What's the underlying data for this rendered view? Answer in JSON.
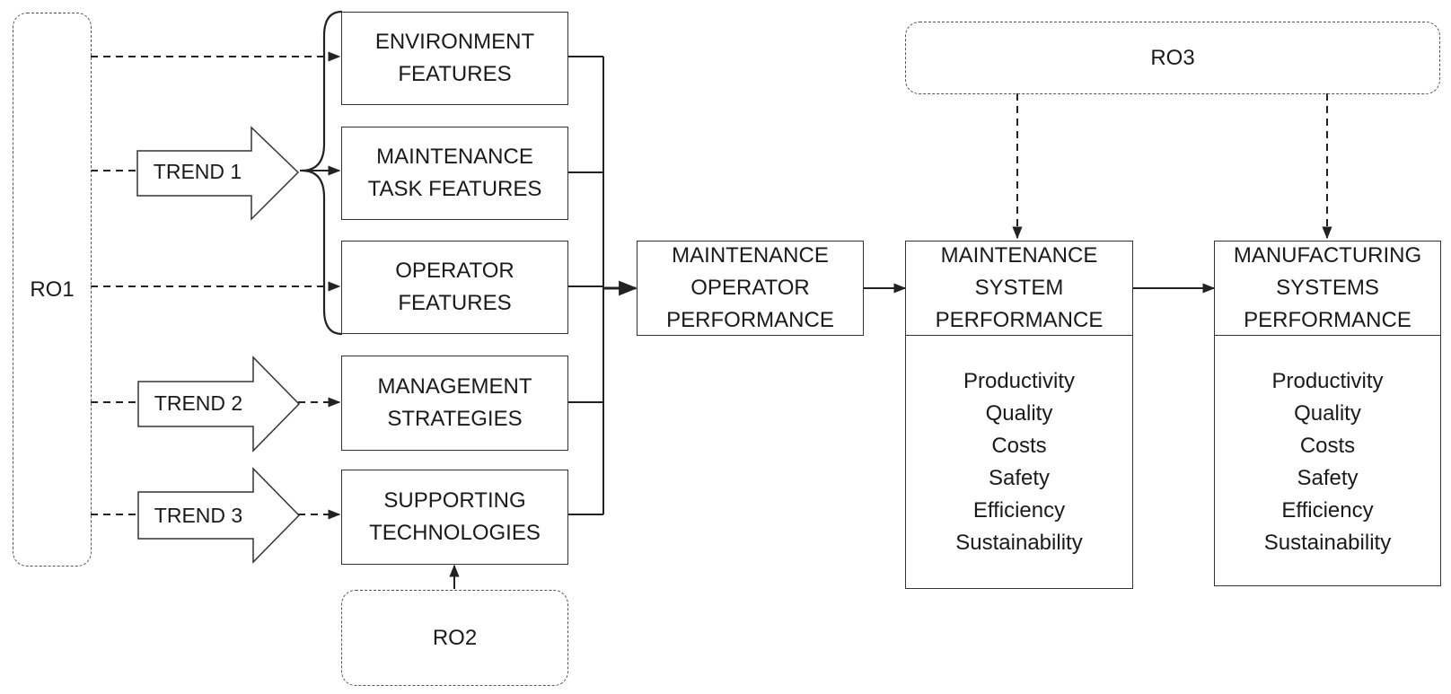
{
  "ro": {
    "ro1": "RO1",
    "ro2": "RO2",
    "ro3": "RO3"
  },
  "trends": [
    "TREND 1",
    "TREND 2",
    "TREND 3"
  ],
  "features": {
    "environment": "ENVIRONMENT\nFEATURES",
    "task": "MAINTENANCE\nTASK FEATURES",
    "operator": "OPERATOR\nFEATURES",
    "management": "MANAGEMENT\nSTRATEGIES",
    "technologies": "SUPPORTING\nTECHNOLOGIES"
  },
  "operator_performance": "MAINTENANCE\nOPERATOR\nPERFORMANCE",
  "maintenance_system": {
    "title": "MAINTENANCE\nSYSTEM\nPERFORMANCE",
    "metrics": [
      "Productivity",
      "Quality",
      "Costs",
      "Safety",
      "Efficiency",
      "Sustainability"
    ]
  },
  "manufacturing_systems": {
    "title": "MANUFACTURING\nSYSTEMS\nPERFORMANCE",
    "metrics": [
      "Productivity",
      "Quality",
      "Costs",
      "Safety",
      "Efficiency",
      "Sustainability"
    ]
  }
}
